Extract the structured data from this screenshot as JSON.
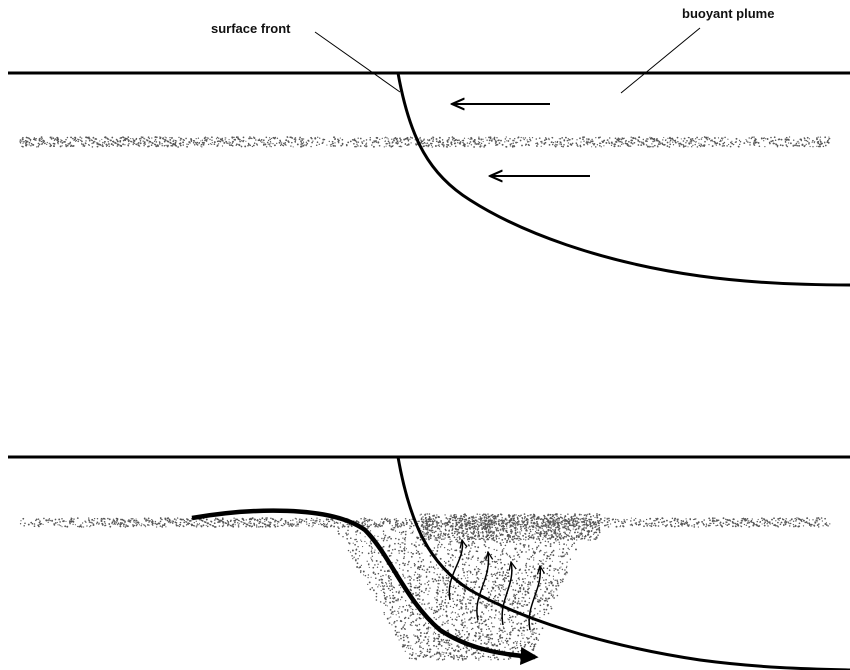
{
  "labels": {
    "surface_front": "surface front",
    "buoyant_plume": "buoyant plume"
  },
  "colors": {
    "ink": "#000000",
    "stipple": "#555555",
    "background": "#ffffff"
  },
  "panels": [
    "top",
    "bottom"
  ]
}
